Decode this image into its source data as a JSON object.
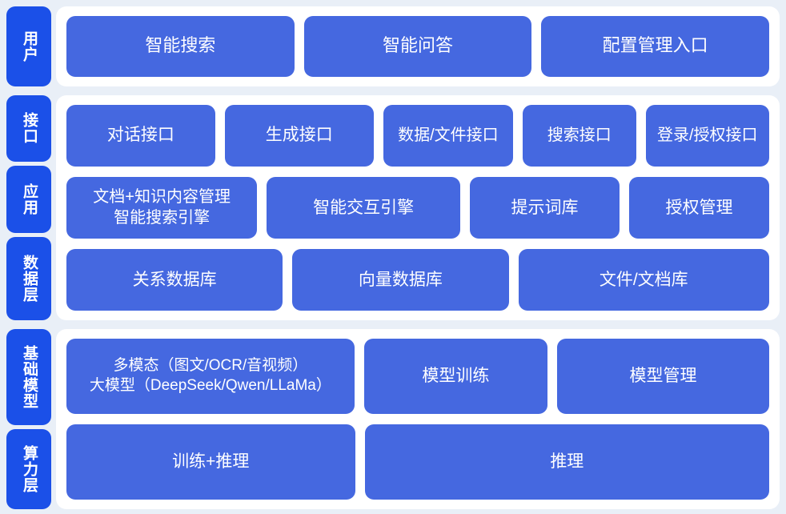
{
  "theme": {
    "page_background": "#e9eff7",
    "panel_background": "#ffffff",
    "node_color": "#4568e0",
    "rail_tab_color": "#1b50e8",
    "node_text_color": "#ffffff"
  },
  "bands": [
    {
      "id": "user",
      "rail_tabs": [
        "用户"
      ],
      "rows": [
        {
          "nodes": [
            {
              "label": "智能搜索",
              "flex": 1
            },
            {
              "label": "智能问答",
              "flex": 1
            },
            {
              "label": "配置管理入口",
              "flex": 1
            }
          ]
        }
      ]
    },
    {
      "id": "middle",
      "rail_tabs": [
        "接口",
        "应用",
        "数据层"
      ],
      "rows": [
        {
          "nodes": [
            {
              "label": "对话接口",
              "flex": 1.3
            },
            {
              "label": "生成接口",
              "flex": 1.3
            },
            {
              "label": "数据/文件接口",
              "flex": 1.12
            },
            {
              "label": "搜索接口",
              "flex": 0.96
            },
            {
              "label": "登录/授权接口",
              "flex": 1.06
            }
          ]
        },
        {
          "nodes": [
            {
              "label": "文档+知识内容管理\n智能搜索引擎",
              "flex": 1.3,
              "multiline": true
            },
            {
              "label": "智能交互引擎",
              "flex": 1.32
            },
            {
              "label": "提示词库",
              "flex": 1.0
            },
            {
              "label": "授权管理",
              "flex": 0.93
            }
          ]
        },
        {
          "nodes": [
            {
              "label": "关系数据库",
              "flex": 1.0
            },
            {
              "label": "向量数据库",
              "flex": 1.0
            },
            {
              "label": "文件/文档库",
              "flex": 1.17
            }
          ]
        }
      ]
    },
    {
      "id": "base",
      "rail_tabs": [
        "基础模型",
        "算力层"
      ],
      "rows": [
        {
          "nodes": [
            {
              "label": "多模态（图文/OCR/音视频）\n大模型（DeepSeek/Qwen/LLaMa）",
              "flex": 1.45,
              "multiline": true,
              "size": "small"
            },
            {
              "label": "模型训练",
              "flex": 0.9
            },
            {
              "label": "模型管理",
              "flex": 1.05
            }
          ]
        },
        {
          "nodes": [
            {
              "label": "训练+推理",
              "flex": 1.0
            },
            {
              "label": "推理",
              "flex": 1.42
            }
          ]
        }
      ]
    }
  ]
}
